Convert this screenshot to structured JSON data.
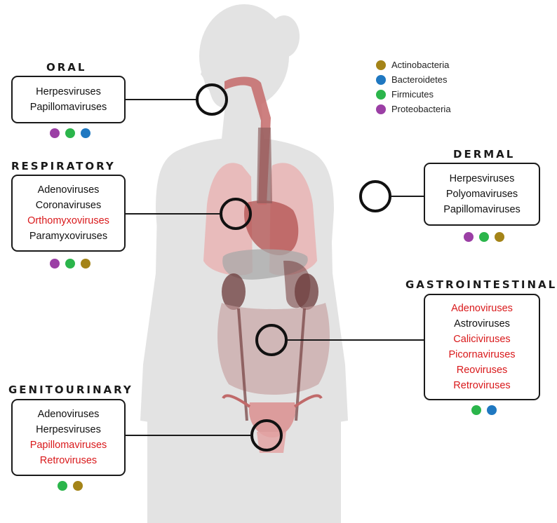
{
  "colors": {
    "highlight": "#d9191b",
    "actinobacteria": "#a48418",
    "bacteroidetes": "#1f78c1",
    "firmicutes": "#2bb54b",
    "proteobacteria": "#9b3fa5"
  },
  "legend": [
    {
      "label": "Actinobacteria",
      "color": "#a48418"
    },
    {
      "label": "Bacteroidetes",
      "color": "#1f78c1"
    },
    {
      "label": "Firmicutes",
      "color": "#2bb54b"
    },
    {
      "label": "Proteobacteria",
      "color": "#9b3fa5"
    }
  ],
  "sites": {
    "oral": {
      "title": "ORAL",
      "viruses": [
        {
          "name": "Herpesviruses",
          "highlight": false
        },
        {
          "name": "Papillomaviruses",
          "highlight": false
        }
      ],
      "phyla": [
        "proteobacteria",
        "firmicutes",
        "bacteroidetes"
      ]
    },
    "respiratory": {
      "title": "RESPIRATORY",
      "viruses": [
        {
          "name": "Adenoviruses",
          "highlight": false
        },
        {
          "name": "Coronaviruses",
          "highlight": false
        },
        {
          "name": "Orthomyxoviruses",
          "highlight": true
        },
        {
          "name": "Paramyxoviruses",
          "highlight": false
        }
      ],
      "phyla": [
        "proteobacteria",
        "firmicutes",
        "actinobacteria"
      ]
    },
    "dermal": {
      "title": "DERMAL",
      "viruses": [
        {
          "name": "Herpesviruses",
          "highlight": false
        },
        {
          "name": "Polyomaviruses",
          "highlight": false
        },
        {
          "name": "Papillomaviruses",
          "highlight": false
        }
      ],
      "phyla": [
        "proteobacteria",
        "firmicutes",
        "actinobacteria"
      ]
    },
    "gastrointestinal": {
      "title": "GASTROINTESTINAL",
      "viruses": [
        {
          "name": "Adenoviruses",
          "highlight": true
        },
        {
          "name": "Astroviruses",
          "highlight": false
        },
        {
          "name": "Caliciviruses",
          "highlight": true
        },
        {
          "name": "Picornaviruses",
          "highlight": true
        },
        {
          "name": "Reoviruses",
          "highlight": true
        },
        {
          "name": "Retroviruses",
          "highlight": true
        }
      ],
      "phyla": [
        "firmicutes",
        "bacteroidetes"
      ]
    },
    "genitourinary": {
      "title": "GENITOURINARY",
      "viruses": [
        {
          "name": "Adenoviruses",
          "highlight": false
        },
        {
          "name": "Herpesviruses",
          "highlight": false
        },
        {
          "name": "Papillomaviruses",
          "highlight": true
        },
        {
          "name": "Retroviruses",
          "highlight": true
        }
      ],
      "phyla": [
        "firmicutes",
        "actinobacteria"
      ]
    }
  }
}
